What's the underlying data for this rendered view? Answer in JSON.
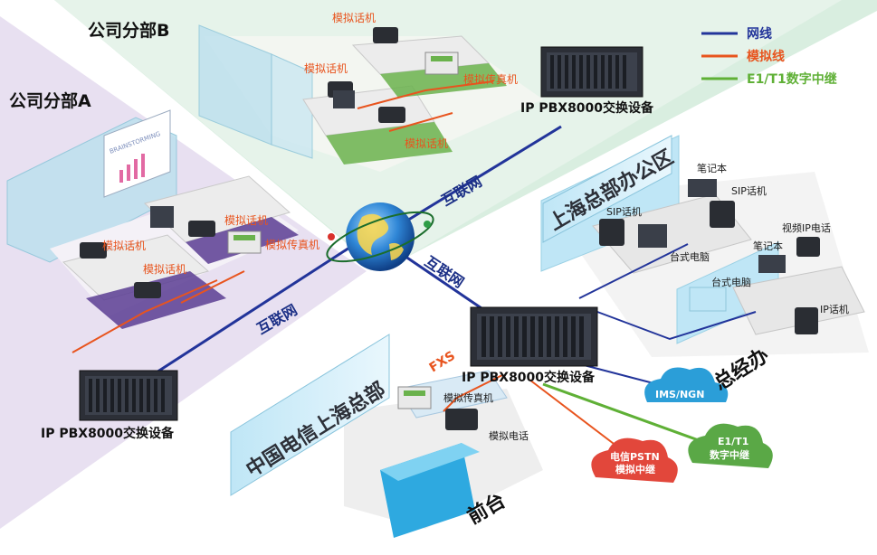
{
  "branches": {
    "b": "公司分部B",
    "a": "公司分部A"
  },
  "legend": {
    "network": "网线",
    "analog": "模拟线",
    "digital": "E1/T1数字中继"
  },
  "colors": {
    "network": "#22349a",
    "analog": "#e8541e",
    "digital": "#5fb036",
    "cloud_blue": "#2b9ed8",
    "cloud_red": "#e2473b",
    "cloud_green": "#5aa846"
  },
  "branch_b": {
    "analog_phone_1": "模拟话机",
    "analog_phone_2": "模拟话机",
    "analog_phone_3": "模拟话机",
    "analog_fax": "模拟传真机",
    "pbx": "IP PBX8000交换设备",
    "whiteboard": "BRAINSTORMING"
  },
  "branch_a": {
    "analog_phone_1": "模拟话机",
    "analog_phone_2": "模拟话机",
    "analog_phone_3": "模拟话机",
    "analog_fax": "模拟传真机",
    "pbx": "IP PBX8000交换设备"
  },
  "internet": {
    "label_b": "互联网",
    "label_center": "互联网",
    "label_a": "互联网"
  },
  "hq_office": {
    "title": "上海总部办公区",
    "laptop_1": "笔记本",
    "sip_phone_1": "SIP话机",
    "sip_phone_2": "SIP话机",
    "desktop_1": "台式电脑",
    "video_phone": "视频IP电话",
    "laptop_2": "笔记本",
    "desktop_2": "台式电脑",
    "ip_phone": "IP话机",
    "gm_office": "总经办"
  },
  "hq_center": {
    "pbx": "IP PBX8000交换设备",
    "fxs": "FXS",
    "banner": "中国电信上海总部",
    "analog_fax": "模拟传真机",
    "analog_phone": "模拟电话",
    "front_desk": "前台"
  },
  "clouds": {
    "ims": "IMS/NGN",
    "e1_line1": "E1/T1",
    "e1_line2": "数字中继",
    "pstn_line1": "电信PSTN",
    "pstn_line2": "模拟中继"
  }
}
